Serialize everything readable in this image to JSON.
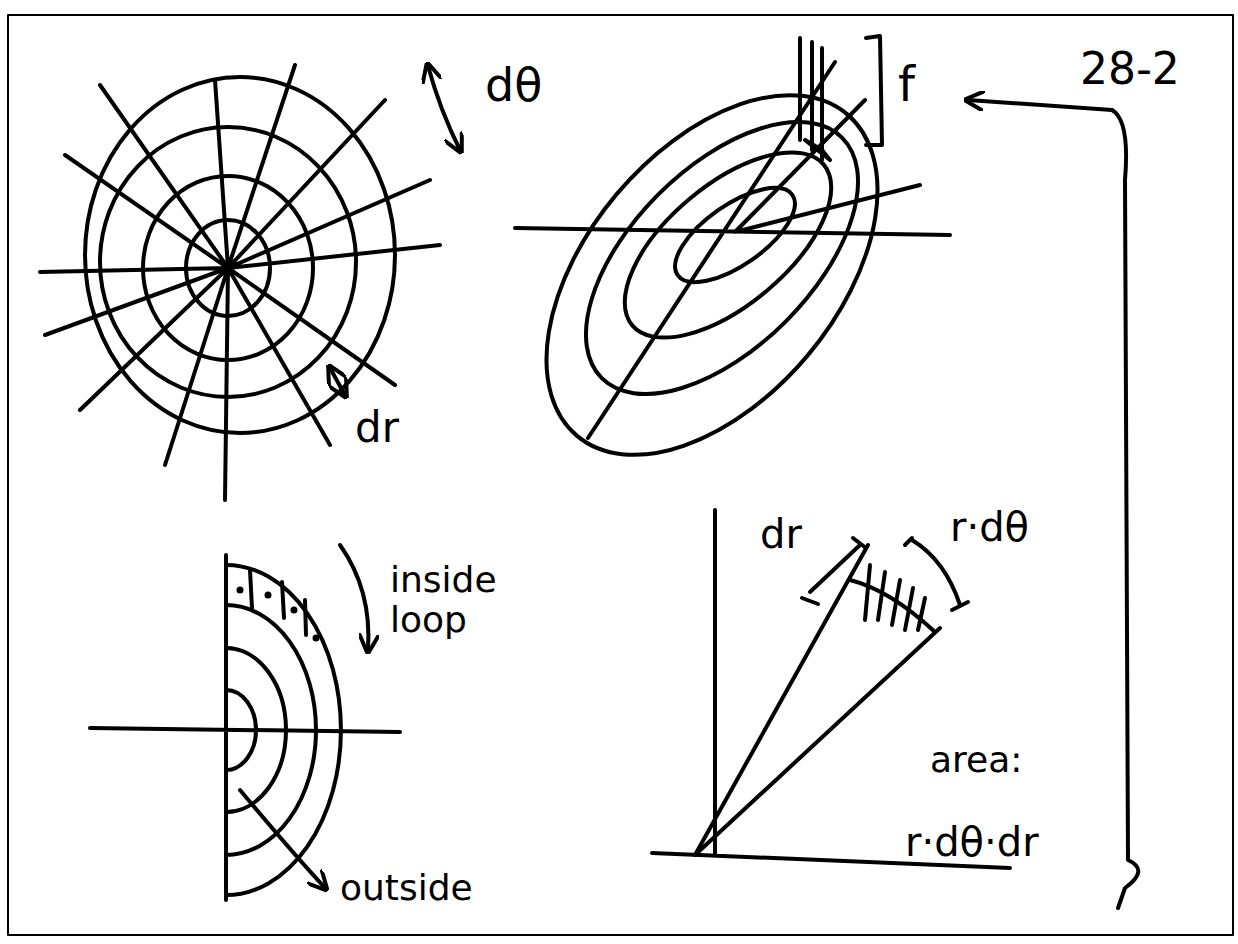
{
  "diagram": {
    "labels": [
      "28-2",
      "dθ",
      "dr",
      "f",
      "inside loop",
      "outside",
      "dr",
      "r·dθ",
      "area:",
      "r·dθ·dr"
    ]
  }
}
